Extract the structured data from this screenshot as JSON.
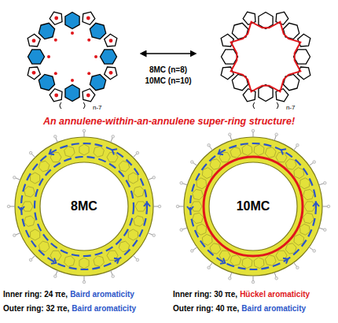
{
  "diagram": {
    "labels": [
      "8MC (n=8)",
      "10MC (n=10)",
      "n-7",
      "n-7",
      "An annulene-within-an-annulene super-ring structure!",
      "8MC",
      "10MC",
      "Inner ring: 24 πe,",
      "Baird aromaticity",
      "Outer ring: 32 πe,",
      "Baird aromaticity",
      "Inner ring: 30 πe,",
      "Hückel aromaticity",
      "Outer ring: 40 πe,",
      "Baird aromaticity"
    ]
  }
}
